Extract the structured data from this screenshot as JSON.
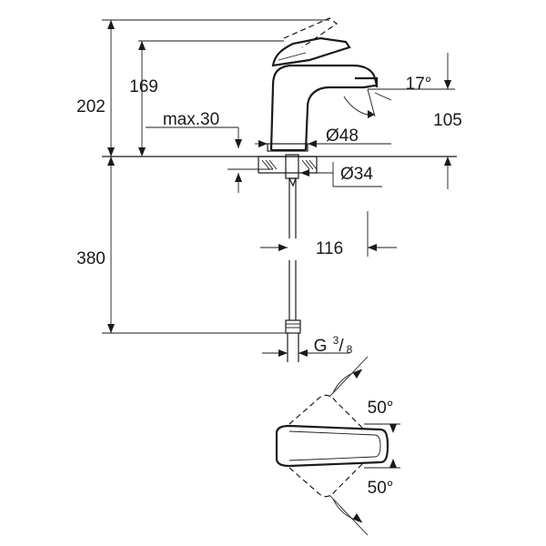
{
  "dimensions": {
    "height_total": "202",
    "height_spout": "169",
    "max_thickness": "max.30",
    "diameter_base": "Ø48",
    "diameter_hole": "Ø34",
    "angle_spout": "17°",
    "spout_height": "105",
    "hose_length": "380",
    "reach": "116",
    "thread_letter": "G",
    "thread_num": "3",
    "thread_den": "8",
    "lever_angle_up": "50°",
    "lever_angle_down": "50°"
  }
}
